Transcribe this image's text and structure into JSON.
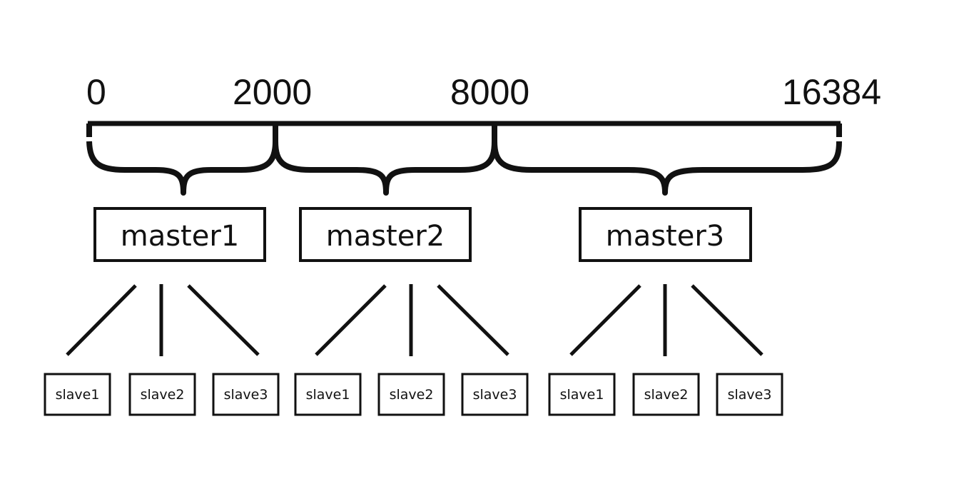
{
  "colors": {
    "ink": "#111111",
    "background": "#ffffff"
  },
  "scale": {
    "ticks": [
      {
        "label": "0",
        "value": 0
      },
      {
        "label": "2000",
        "value": 2000
      },
      {
        "label": "8000",
        "value": 8000
      },
      {
        "label": "16384",
        "value": 16384
      }
    ]
  },
  "masters": [
    {
      "label": "master1",
      "range": [
        0,
        2000
      ],
      "slaves": [
        "slave1",
        "slave2",
        "slave3"
      ]
    },
    {
      "label": "master2",
      "range": [
        2000,
        8000
      ],
      "slaves": [
        "slave1",
        "slave2",
        "slave3"
      ]
    },
    {
      "label": "master3",
      "range": [
        8000,
        16384
      ],
      "slaves": [
        "slave1",
        "slave2",
        "slave3"
      ]
    }
  ]
}
